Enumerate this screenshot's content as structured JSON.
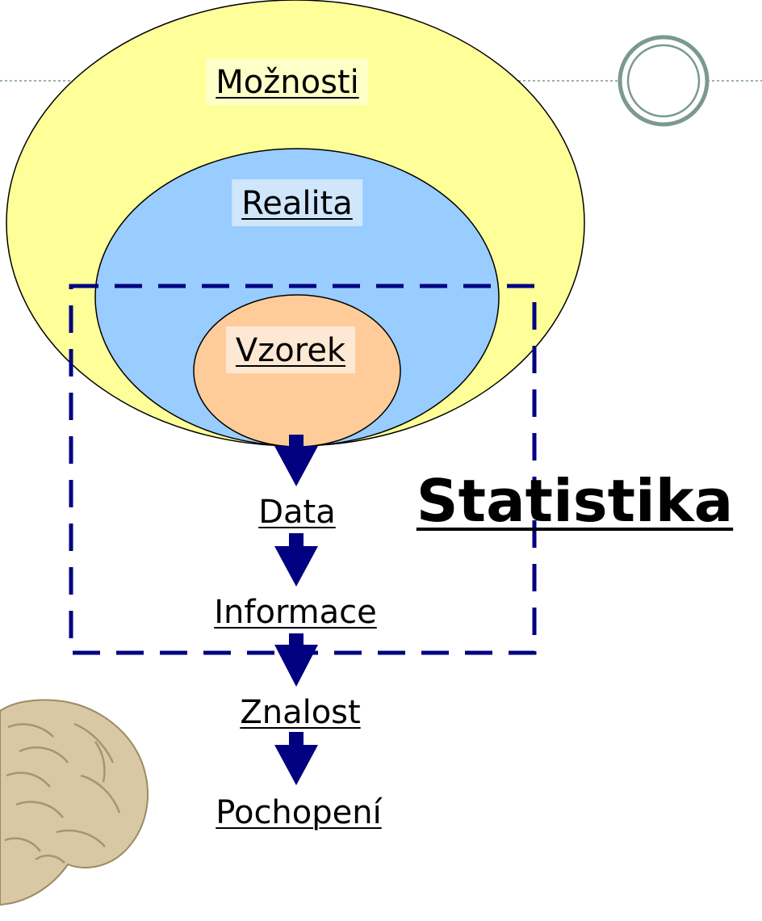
{
  "labels": {
    "possibilities": "Možnosti",
    "reality": "Realita",
    "sample": "Vzorek",
    "data": "Data",
    "information": "Informace",
    "knowledge": "Znalost",
    "understanding": "Pochopení",
    "statistics": "Statistika"
  },
  "colors": {
    "possibilities_fill": "#ffff99",
    "reality_fill": "#99ccff",
    "sample_fill": "#ffcc99",
    "arrow": "#000080",
    "dashed_frame": "#000080",
    "decor_ring": "#7a9a8c",
    "dotted_rule": "#9bb3a8"
  },
  "decorations": {
    "brain": "brain-illustration",
    "ring": "circle-ornament"
  }
}
